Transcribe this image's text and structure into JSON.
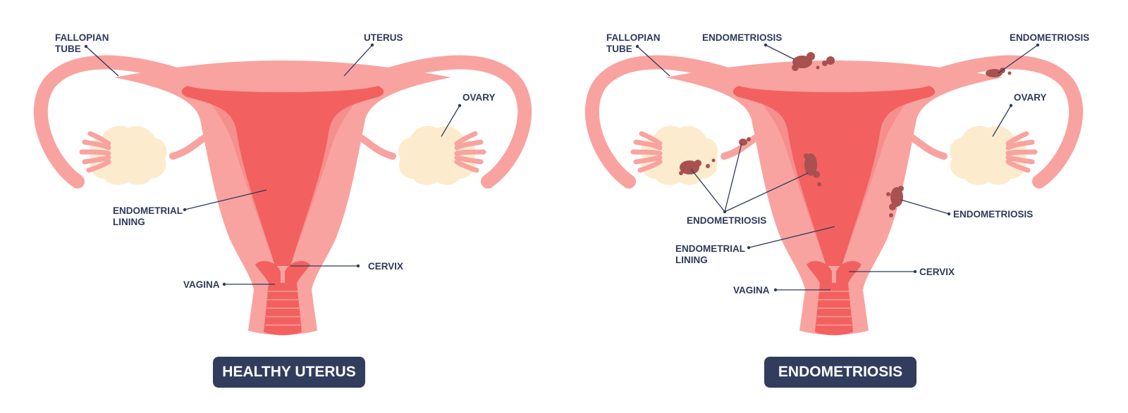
{
  "colors": {
    "tube": "#f8a3a0",
    "body": "#f58f8d",
    "lining": "#f2615f",
    "ovary": "#fdebcd",
    "lesion": "#a85150",
    "label": "#2f3a5a",
    "badge": "#323d5e"
  },
  "healthy": {
    "title": "HEALTHY UTERUS",
    "labels": {
      "fallopian_1": "FALLOPIAN",
      "fallopian_2": "TUBE",
      "uterus": "UTERUS",
      "ovary": "OVARY",
      "endometrial_1": "ENDOMETRIAL",
      "endometrial_2": "LINING",
      "vagina": "VAGINA",
      "cervix": "CERVIX"
    }
  },
  "endometriosis": {
    "title": "ENDOMETRIOSIS",
    "labels": {
      "fallopian_1": "FALLOPIAN",
      "fallopian_2": "TUBE",
      "endometriosis_top": "ENDOMETRIOSIS",
      "endometriosis_right": "ENDOMETRIOSIS",
      "ovary": "OVARY",
      "endometriosis_mid": "ENDOMETRIOSIS",
      "endometriosis_side": "ENDOMETRIOSIS",
      "endometrial_1": "ENDOMETRIAL",
      "endometrial_2": "LINING",
      "vagina": "VAGINA",
      "cervix": "CERVIX"
    }
  }
}
